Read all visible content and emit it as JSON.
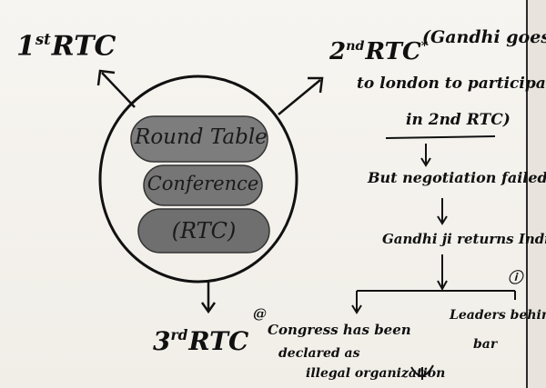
{
  "center": {
    "line1": "Round Table",
    "line2": "Conference",
    "line3": "(RTC)"
  },
  "branches": {
    "first": {
      "num": "1",
      "sup": "st",
      "label": "RTC"
    },
    "second": {
      "num": "2",
      "sup": "nd",
      "label": "RTC",
      "star": "*"
    },
    "third": {
      "num": "3",
      "sup": "rd",
      "label": "RTC"
    }
  },
  "note_second": {
    "line1": "(Gandhi goes",
    "line2": "to london to participate",
    "line3": "in 2nd RTC)"
  },
  "flow": {
    "step1": "But negotiation failed",
    "step2": "Gandhi ji returns India"
  },
  "bottom_left": {
    "marker": "@",
    "line1": "Congress has been",
    "line2": "declared as",
    "line3": "illegal organization"
  },
  "bottom_right": {
    "line1": "Leaders behind",
    "line2": "bar",
    "mark": "ⓘ"
  }
}
